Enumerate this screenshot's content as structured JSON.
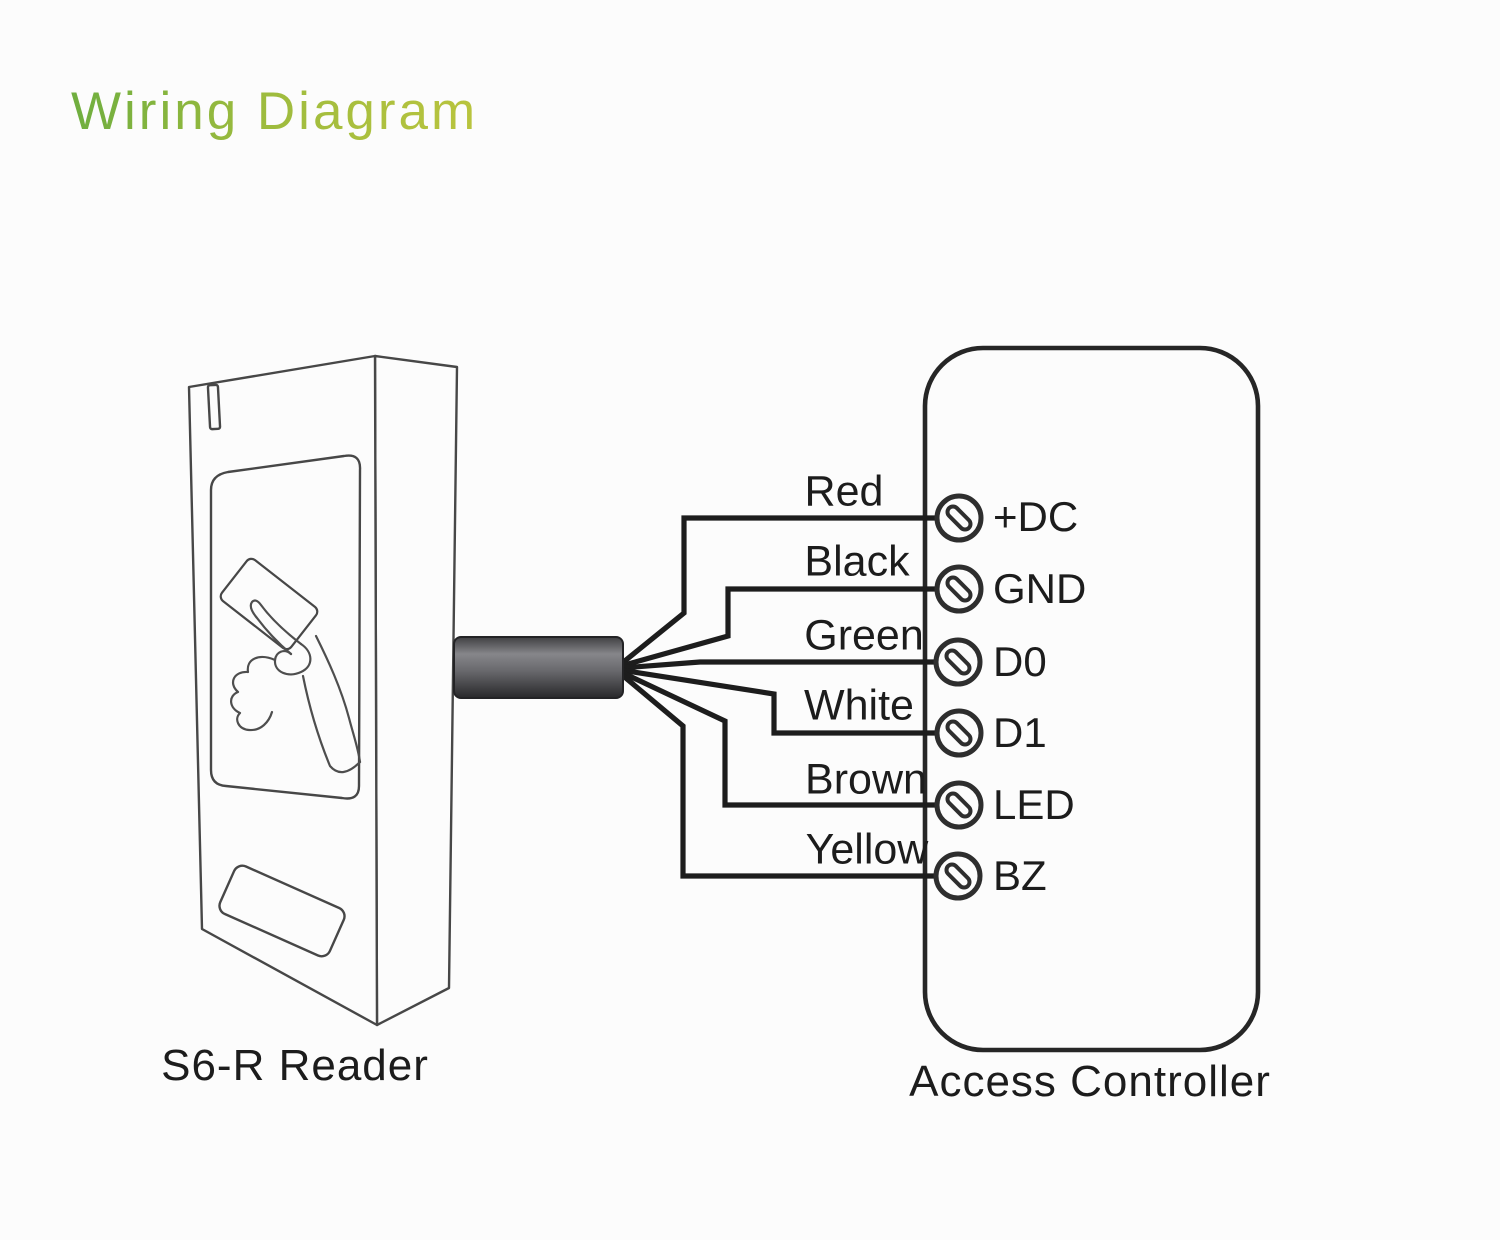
{
  "title": "Wiring Diagram",
  "reader": {
    "caption": "S6-R Reader"
  },
  "controller": {
    "caption": "Access Controller"
  },
  "wires": [
    {
      "color_label": "Red",
      "terminal": "+DC"
    },
    {
      "color_label": "Black",
      "terminal": "GND"
    },
    {
      "color_label": "Green",
      "terminal": "D0"
    },
    {
      "color_label": "White",
      "terminal": "D1"
    },
    {
      "color_label": "Brown",
      "terminal": "LED"
    },
    {
      "color_label": "Yellow",
      "terminal": "BZ"
    }
  ],
  "icons": {
    "terminal_screw": "circle-with-diagonal-slot",
    "reader_art": "hand-swiping-card"
  },
  "colors": {
    "title_green_start": "#6fae3f",
    "title_green_end": "#b9c43e",
    "ink": "#1d1d1d",
    "sketch_line": "#474747",
    "cable_gray": "#58585a",
    "background": "#fcfcfc"
  }
}
